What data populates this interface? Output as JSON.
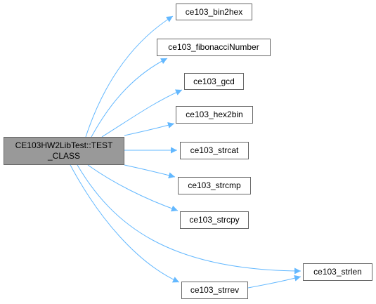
{
  "graph": {
    "root": {
      "line1": "CE103HW2LibTest::TEST",
      "line2": "_CLASS"
    },
    "nodes": [
      {
        "id": "bin2hex",
        "label": "ce103_bin2hex"
      },
      {
        "id": "fibonacci",
        "label": "ce103_fibonacciNumber"
      },
      {
        "id": "gcd",
        "label": "ce103_gcd"
      },
      {
        "id": "hex2bin",
        "label": "ce103_hex2bin"
      },
      {
        "id": "strcat",
        "label": "ce103_strcat"
      },
      {
        "id": "strcmp",
        "label": "ce103_strcmp"
      },
      {
        "id": "strcpy",
        "label": "ce103_strcpy"
      },
      {
        "id": "strlen",
        "label": "ce103_strlen"
      },
      {
        "id": "strrev",
        "label": "ce103_strrev"
      }
    ],
    "edges": [
      [
        "root",
        "bin2hex"
      ],
      [
        "root",
        "fibonacci"
      ],
      [
        "root",
        "gcd"
      ],
      [
        "root",
        "hex2bin"
      ],
      [
        "root",
        "strcat"
      ],
      [
        "root",
        "strcmp"
      ],
      [
        "root",
        "strcpy"
      ],
      [
        "root",
        "strlen"
      ],
      [
        "root",
        "strrev"
      ],
      [
        "strrev",
        "strlen"
      ]
    ],
    "colors": {
      "edge": "#63B8FF",
      "root_fill": "#999999",
      "node_border": "#666666"
    }
  }
}
